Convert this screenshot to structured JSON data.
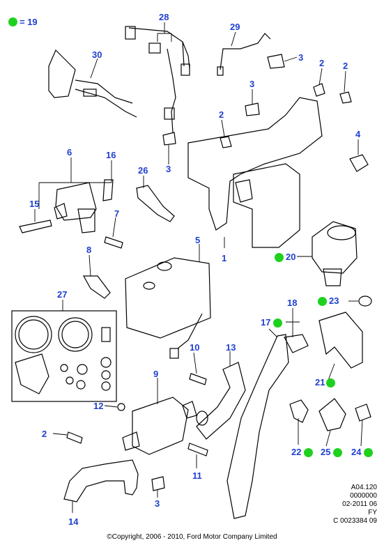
{
  "legend": {
    "symbol_color": "#1fd11f",
    "text": "= 19"
  },
  "callouts": [
    {
      "id": "c28",
      "text": "28"
    },
    {
      "id": "c29",
      "text": "29"
    },
    {
      "id": "c30",
      "text": "30"
    },
    {
      "id": "c3a",
      "text": "3"
    },
    {
      "id": "c2a",
      "text": "2"
    },
    {
      "id": "c2b",
      "text": "2"
    },
    {
      "id": "c3b",
      "text": "3"
    },
    {
      "id": "c2c",
      "text": "2"
    },
    {
      "id": "c4",
      "text": "4"
    },
    {
      "id": "c6",
      "text": "6"
    },
    {
      "id": "c16",
      "text": "16"
    },
    {
      "id": "c26",
      "text": "26"
    },
    {
      "id": "c3c",
      "text": "3"
    },
    {
      "id": "c15",
      "text": "15"
    },
    {
      "id": "c7",
      "text": "7"
    },
    {
      "id": "c5",
      "text": "5"
    },
    {
      "id": "c1",
      "text": "1"
    },
    {
      "id": "c20",
      "text": "20"
    },
    {
      "id": "c8",
      "text": "8"
    },
    {
      "id": "c27",
      "text": "27"
    },
    {
      "id": "c23",
      "text": "23"
    },
    {
      "id": "c18",
      "text": "18"
    },
    {
      "id": "c17",
      "text": "17"
    },
    {
      "id": "c10",
      "text": "10"
    },
    {
      "id": "c13",
      "text": "13"
    },
    {
      "id": "c9",
      "text": "9"
    },
    {
      "id": "c21",
      "text": "21"
    },
    {
      "id": "c12",
      "text": "12"
    },
    {
      "id": "c2d",
      "text": "2"
    },
    {
      "id": "c22",
      "text": "22"
    },
    {
      "id": "c25",
      "text": "25"
    },
    {
      "id": "c24",
      "text": "24"
    },
    {
      "id": "c11",
      "text": "11"
    },
    {
      "id": "c3d",
      "text": "3"
    },
    {
      "id": "c14",
      "text": "14"
    }
  ],
  "meta": {
    "line1": "A04.120",
    "line2": "0000000",
    "line3": "02-2011 06",
    "line4": "FY",
    "line5": "C 0023384 09"
  },
  "copyright": "©Copyright, 2006 - 2010, Ford Motor Company Limited",
  "colors": {
    "callout": "#1f3fd1",
    "dot": "#1fd11f",
    "line": "#000000"
  }
}
